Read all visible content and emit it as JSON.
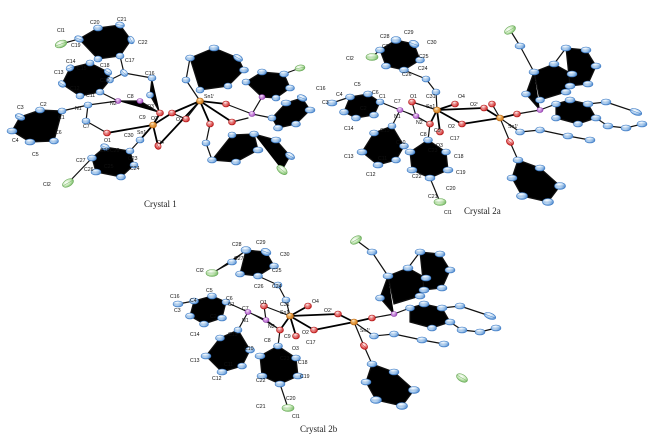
{
  "panels": [
    {
      "id": "crystal-1",
      "caption": "Crystal 1",
      "labels": [
        "Cl1",
        "C19",
        "C20",
        "C21",
        "C22",
        "C17",
        "C16",
        "C18",
        "C14",
        "C13",
        "C15",
        "C10",
        "C11",
        "C12",
        "N2",
        "C8",
        "C9",
        "O3",
        "O2",
        "C3",
        "C2",
        "N1",
        "C1",
        "C7",
        "O1",
        "Sn1",
        "C30",
        "O4",
        "C4",
        "C6",
        "C5",
        "C23",
        "C24",
        "C29",
        "C28",
        "C27",
        "C25",
        "C26",
        "Cl2",
        "Sn1ⁱ",
        "O2ⁱ"
      ]
    },
    {
      "id": "crystal-2a",
      "caption": "Crystal 2a",
      "labels": [
        "C29",
        "C28",
        "C30",
        "Cl2",
        "C27",
        "C26",
        "C25",
        "C24",
        "C31",
        "O4",
        "C16",
        "C5",
        "C4",
        "C6",
        "C3",
        "C2",
        "C1",
        "C7",
        "O1",
        "Sn1",
        "O2",
        "O2ⁱ",
        "Sn1ⁱ",
        "N1",
        "N2",
        "C8",
        "C9",
        "O3",
        "C17",
        "C14",
        "C13",
        "C15",
        "C10",
        "C11",
        "C12",
        "C23",
        "C18",
        "C19",
        "C22",
        "C20",
        "C21",
        "Cl1"
      ]
    },
    {
      "id": "crystal-2b",
      "caption": "Crystal 2b",
      "labels": [
        "C28",
        "C29",
        "C30",
        "Cl2",
        "C27",
        "C26",
        "C25",
        "C24",
        "C31",
        "O4",
        "C16",
        "C5",
        "C4",
        "C6",
        "C3",
        "C2",
        "C1",
        "C7",
        "O1",
        "Sn1",
        "O2",
        "O2ⁱ",
        "Sn1ⁱ",
        "N1",
        "N2",
        "C8",
        "C9",
        "O3",
        "C17",
        "C14",
        "C13",
        "C15",
        "C10",
        "C11",
        "C12",
        "C23",
        "C18",
        "C19",
        "C22",
        "C20",
        "C21",
        "Cl1"
      ]
    }
  ],
  "atom_colors": {
    "carbon": "#bcd8f3",
    "carbon_edge": "#3a78c3",
    "oxygen": "#e04545",
    "nitrogen": "#c47ad6",
    "tin": "#e8962e",
    "chlorine": "#b4e2a8"
  }
}
